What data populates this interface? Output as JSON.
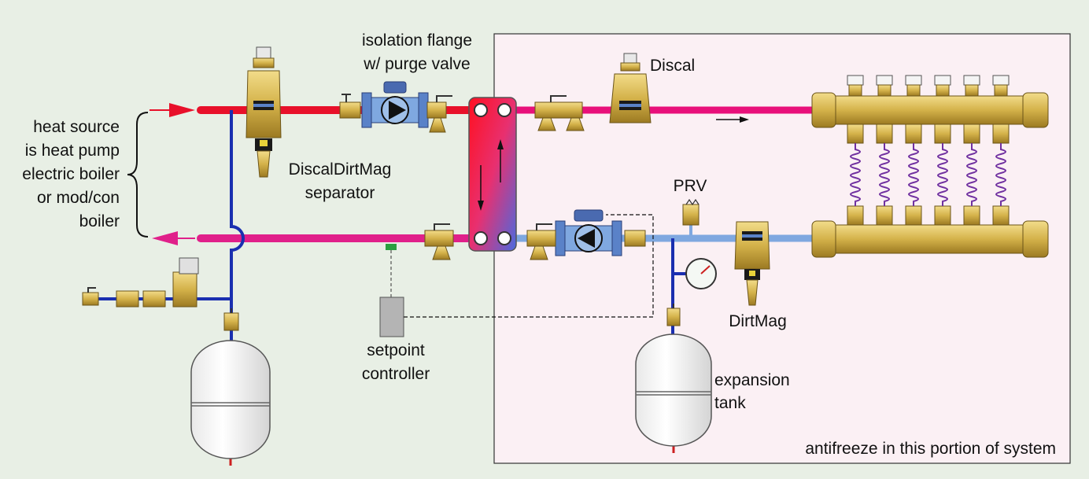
{
  "labels": {
    "heat_source": [
      "heat source",
      "is heat pump",
      "electric boiler",
      "or mod/con",
      "boiler"
    ],
    "isolation_flange": [
      "isolation flange",
      "w/ purge valve"
    ],
    "discal": "Discal",
    "discaldirtmag": [
      "DiscalDirtMag",
      "separator"
    ],
    "prv": "PRV",
    "dirtmag": "DirtMag",
    "setpoint": [
      "setpoint",
      "controller"
    ],
    "expansion_tank": [
      "expansion",
      "tank"
    ],
    "antifreeze": "antifreeze in this portion of system"
  },
  "colors": {
    "background": "#e8efe5",
    "antifreeze_zone": "#fbf0f4",
    "supply_hot": "#e8102a",
    "supply_mixed": "#e8107a",
    "return_pink": "#e0208a",
    "return_blue": "#7fa8e0",
    "makeup_water": "#1a2fb0",
    "brass": "#d4b24a",
    "pump_blue": "#5a82c8"
  },
  "manifold": {
    "loops": 6
  }
}
